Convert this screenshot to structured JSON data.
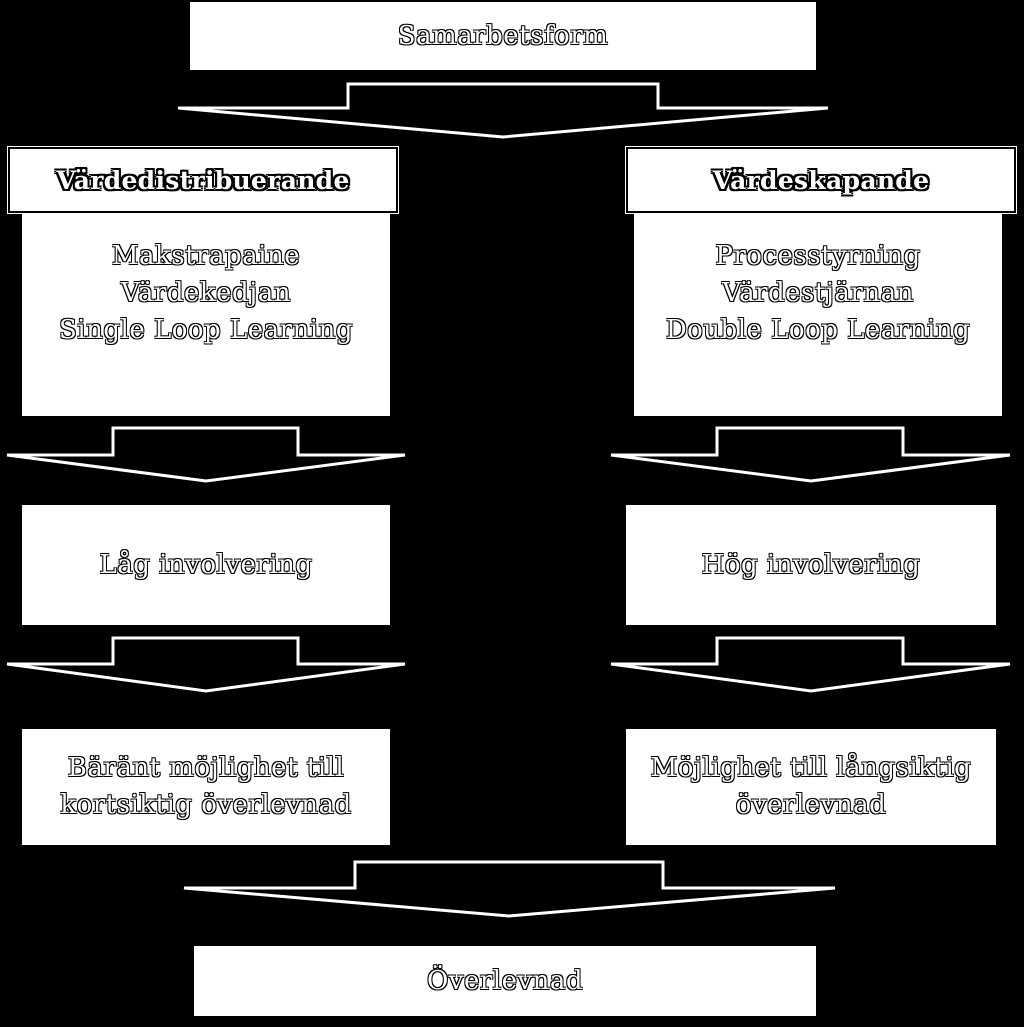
{
  "diagram": {
    "top": {
      "label": "Samarbetsform"
    },
    "left": {
      "header": "Värdedistribuerande",
      "body_lines": [
        "Makstrapaine",
        "Värdekedjan",
        "Single Loop Learning"
      ],
      "involvement": "Låg involvering",
      "outcome_lines": [
        "Bäränt möjlighet till",
        "kortsiktig överlevnad"
      ]
    },
    "right": {
      "header": "Värdeskapande",
      "body_lines": [
        "Processtyrning",
        "Värdestjärnan",
        "Double Loop Learning"
      ],
      "involvement": "Hög involvering",
      "outcome_lines": [
        "Möjlighet till långsiktig",
        "överlevnad"
      ]
    },
    "bottom": {
      "label": "Överlevnad"
    }
  }
}
